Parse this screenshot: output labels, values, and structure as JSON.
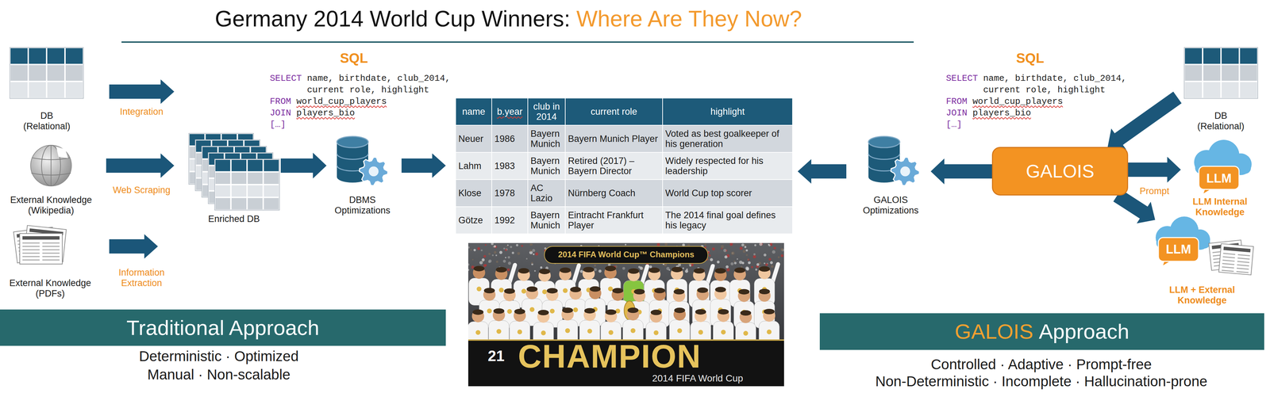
{
  "diagram": {
    "title": "Germany 2014 World Cup Winners:",
    "nodes": [
      {
        "text": [
          "DB (Relational)"
        ]
      },
      {
        "text": [
          "External Knowledge (Wikipedia)"
        ]
      },
      {
        "text": [
          "External Knowledge (PDFs)"
        ]
      },
      {
        "text": [
          "Enriched DB"
        ]
      },
      {
        "text": [
          "DBMS Optimizations"
        ]
      },
      {
        "text": [
          "GALOIS Optimizations"
        ]
      },
      {
        "text": [
          "GALOIS"
        ]
      },
      {
        "text": [
          "DB (Relational)"
        ]
      },
      {
        "text": [
          "LLM Internal Knowledge"
        ]
      },
      {
        "text": [
          "LLM + External Knowledge"
        ]
      },
      {
        "text": [
          "Traditional Approach"
        ]
      },
      {
        "text": [
          "GALOIS",
          "Approach"
        ]
      }
    ],
    "edges": [
      {
        "from": 3,
        "to": 4,
        "arrow": "to"
      },
      {
        "from": 6,
        "to": 5,
        "arrow": "to"
      },
      {
        "from": 7,
        "to": 6,
        "arrow": "to"
      },
      {
        "from": 6,
        "to": 8,
        "label": "Prompt",
        "arrow": "to"
      },
      {
        "from": 6,
        "to": 9,
        "arrow": "to"
      }
    ],
    "labels": [
      "Where Are They Now?",
      "SQL",
      "SELECT",
      "name, birthdate, club_2014,",
      "current role, highlight",
      "FROM",
      "world_cup_players",
      "JOIN",
      "players_bio",
      "[…]",
      "Integration",
      "Web Scraping",
      "Information Extraction",
      "name",
      "b.year",
      "club in 2014",
      "current role",
      "highlight",
      "Neuer",
      "1986",
      "Bayern Munich",
      "Bayern Munich Player",
      "Voted as best goalkeeper of his generation",
      "Lahm",
      "1983",
      "Bayern Munich",
      "Retired (2017) – Bayern Director",
      "Widely respected for his leadership",
      "Klose",
      "1978",
      "AC Lazio",
      "Nürnberg Coach",
      "World Cup top scorer",
      "Götze",
      "1992",
      "Bayern Munich",
      "Eintracht Frankfurt Player",
      "The 2014 final goal defines his legacy",
      "2014 FIFA World Cup™ Champions",
      "21",
      "CHAMPION",
      "2014 FIFA World Cup",
      "SQL",
      "SELECT",
      "name, birthdate, club_2014,",
      "current role, highlight",
      "FROM",
      "world_cup_players",
      "JOIN",
      "players_bio",
      "[…]",
      "LLM",
      "LLM",
      "Deterministic · Optimized",
      "Manual · Non-scalable",
      "Controlled · Adaptive · Prompt-free",
      "Non-Deterministic · Incomplete · Hallucination-prone"
    ]
  }
}
